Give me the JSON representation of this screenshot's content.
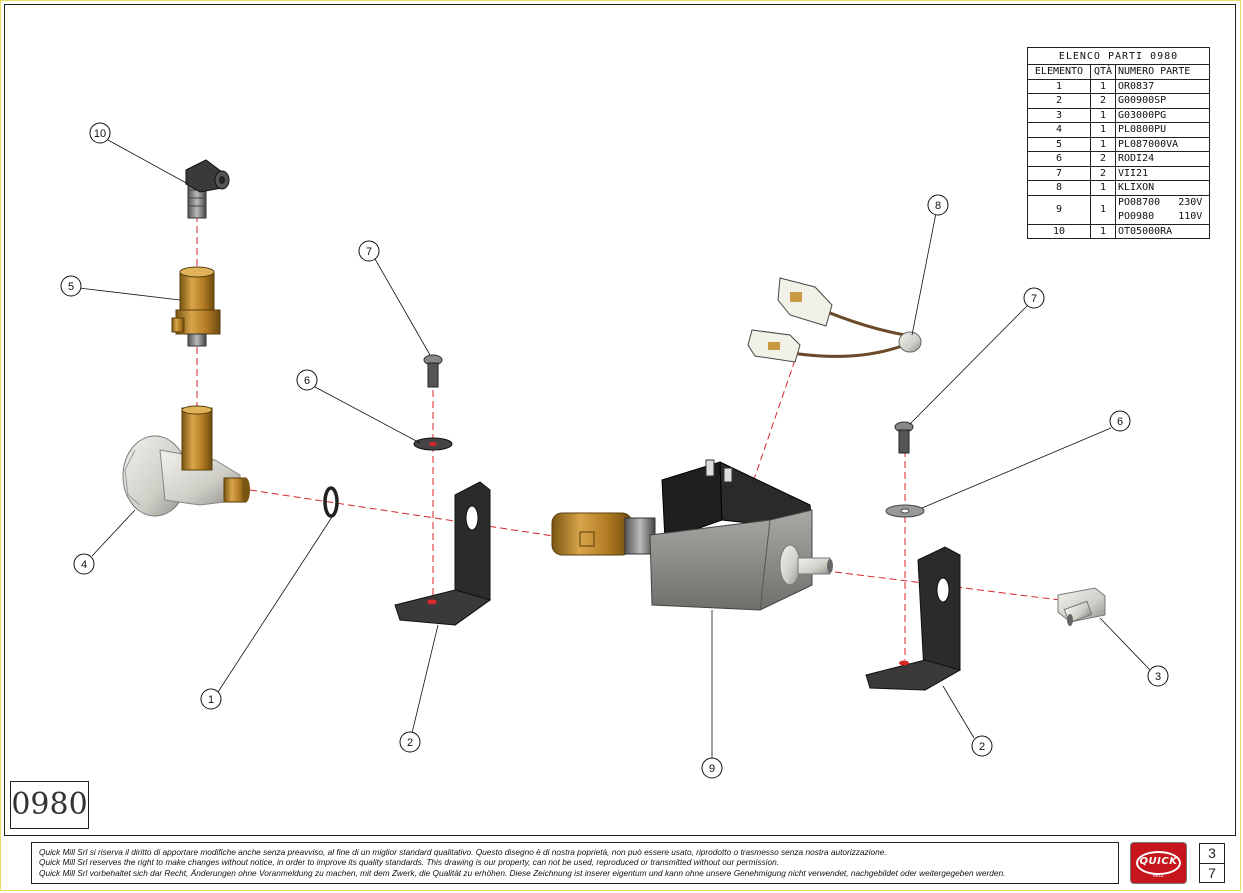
{
  "parts_list": {
    "title": "ELENCO PARTI 0980",
    "headers": {
      "element": "ELEMENTO",
      "qty": "QTÀ",
      "part_number": "NUMERO PARTE"
    },
    "rows": [
      {
        "element": "1",
        "qty": "1",
        "part_number": "OR0837"
      },
      {
        "element": "2",
        "qty": "2",
        "part_number": "G00900SP"
      },
      {
        "element": "3",
        "qty": "1",
        "part_number": "G03000PG"
      },
      {
        "element": "4",
        "qty": "1",
        "part_number": "PL0800PU"
      },
      {
        "element": "5",
        "qty": "1",
        "part_number": "PL087000VA"
      },
      {
        "element": "6",
        "qty": "2",
        "part_number": "RODI24"
      },
      {
        "element": "7",
        "qty": "2",
        "part_number": "VII21"
      },
      {
        "element": "8",
        "qty": "1",
        "part_number": "KLIXON"
      },
      {
        "element": "9",
        "qty": "1",
        "part_number": "PO08700   230V",
        "part_number_2": "PO0980    110V"
      },
      {
        "element": "10",
        "qty": "1",
        "part_number": "OT05000RA"
      }
    ]
  },
  "callouts": [
    "10",
    "5",
    "4",
    "1",
    "7",
    "6",
    "2",
    "8",
    "9",
    "7",
    "6",
    "3",
    "2"
  ],
  "drawing_number": "0980",
  "notice": {
    "it": "Quick Mill Srl si riserva il diritto di apportare modifiche anche senza preavviso, al fine di un miglior standard qualitativo. Questo disegno è di nostra poprietà, non può essere usato, riprodotto o trasmesso senza nostra autorizzazione.",
    "en": "Quick Mill Srl reserves the right to make changes without notice, in order to improve its quality standards. This drawing is our property, can not be used, reproduced or transmitted without our permission.",
    "de": "Quick Mill Srl vorbehaltet sich dar Recht, Änderungen ohne Voranmeldung zu machen, mit dem Zwerk, die Qualität zu erhöhen. Diese Zeichnung ist inserer eigentum und kann ohne unsere Genehmigung nicht verwendet, nachgebildet oder weitergegeben werden."
  },
  "logo": {
    "text": "QUICK",
    "sub": "MILL"
  },
  "sheet": {
    "current": "3",
    "total": "7"
  },
  "colors": {
    "axis": "#d9262b",
    "brass": "#c08a2e",
    "plastic": "#d7d6d0",
    "bracket": "#2b2b2b",
    "steel": "#9a9a96",
    "logo_red": "#c4161c"
  }
}
